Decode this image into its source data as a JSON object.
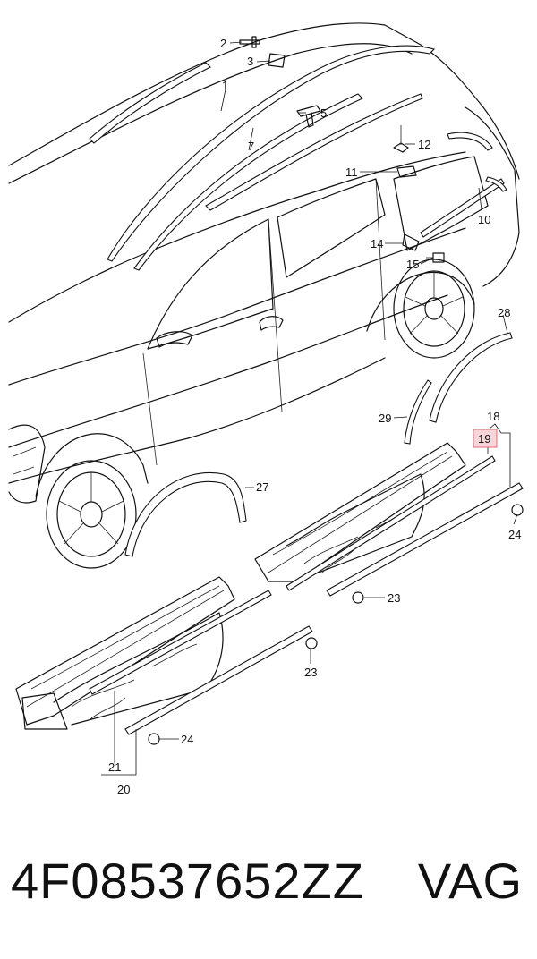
{
  "callouts": [
    "1",
    "2",
    "3",
    "5",
    "7",
    "12",
    "11",
    "10",
    "14",
    "15",
    "28",
    "29",
    "18",
    "19",
    "24",
    "27",
    "23",
    "23",
    "24",
    "21",
    "20"
  ],
  "highlight_callout": "19",
  "caption": {
    "part_number": "4F08537652ZZ",
    "brand": "VAG"
  },
  "colors": {
    "highlight_fill": "#f7d6da",
    "highlight_stroke": "#e26b7b"
  }
}
